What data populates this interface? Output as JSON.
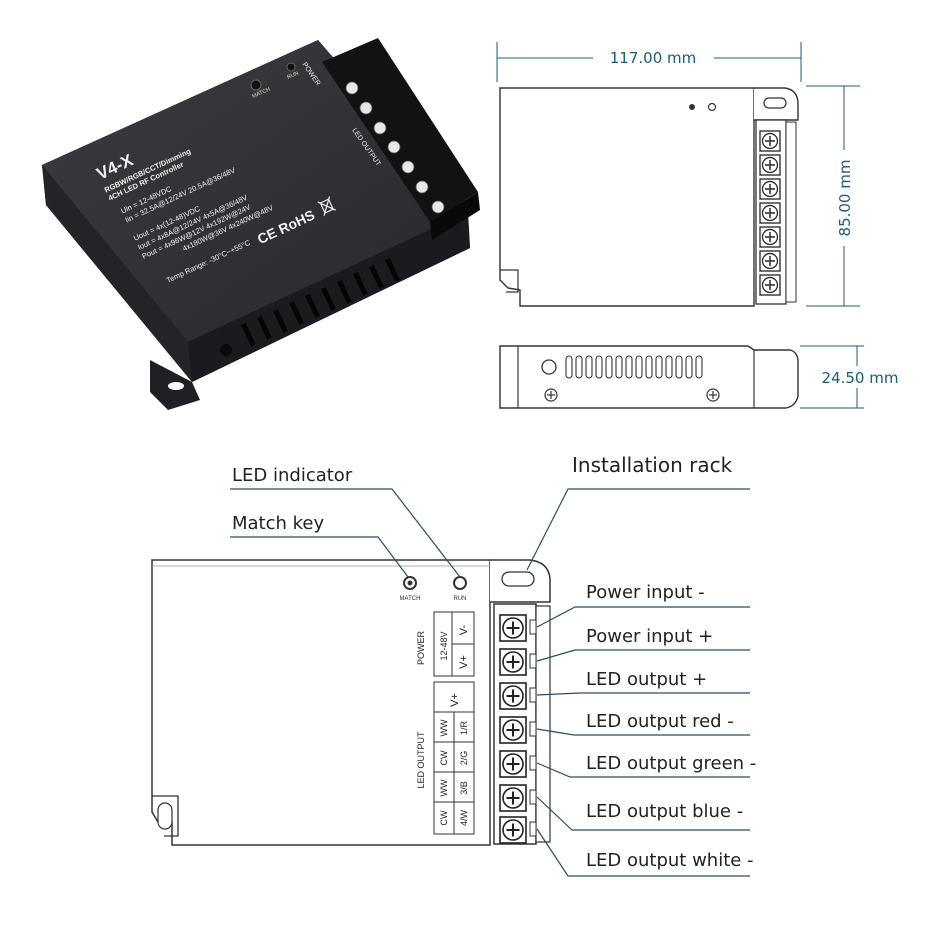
{
  "product": {
    "model": "V4-X",
    "subtitle1": "RGBW/RGB/CCT/Dimming",
    "subtitle2": "4CH LED RF Controller",
    "uin": "Uin  = 12-48VDC",
    "iin": "Iin   = 32.5A@12/24V    20.5A@36/48V",
    "uout": "Uout = 4x(12-48)VDC",
    "iout": "Iout  = 4x8A@12/24V   4x5A@36/48V",
    "pout1": "Pout = 4x96W@12V   4x192W@24V",
    "pout2": "4x180W@36V  4x240W@48V",
    "temp": "Temp Range: -30°C~+55°C",
    "certs": "CE RoHS",
    "match_label": "MATCH",
    "run_label": "RUN"
  },
  "dimensions": {
    "width": "117.00 mm",
    "height": "85.00 mm",
    "depth": "24.50 mm"
  },
  "terminal_labels": {
    "power": "POWER",
    "power_range": "12-48V",
    "v_minus": "V-",
    "v_plus": "V+",
    "led_output": "LED OUTPUT",
    "led_v_plus": "V+",
    "ww1": "WW",
    "ch1": "1/R",
    "cw1": "CW",
    "ch2": "2/G",
    "ww2": "WW",
    "ch3": "3/B",
    "cw2": "CW",
    "ch4": "4/W"
  },
  "callouts": {
    "led_indicator": "LED indicator",
    "match_key": "Match key",
    "installation_rack": "Installation rack",
    "power_input_minus": "Power input -",
    "power_input_plus": "Power input +",
    "led_output_plus": "LED output +",
    "led_output_red": "LED output red -",
    "led_output_green": "LED output green -",
    "led_output_blue": "LED output blue -",
    "led_output_white": "LED output white -"
  },
  "colors": {
    "housing": "#2d2f33",
    "outline": "#444444",
    "dimension": "#1f5a78",
    "leader": "#2a4d66"
  }
}
